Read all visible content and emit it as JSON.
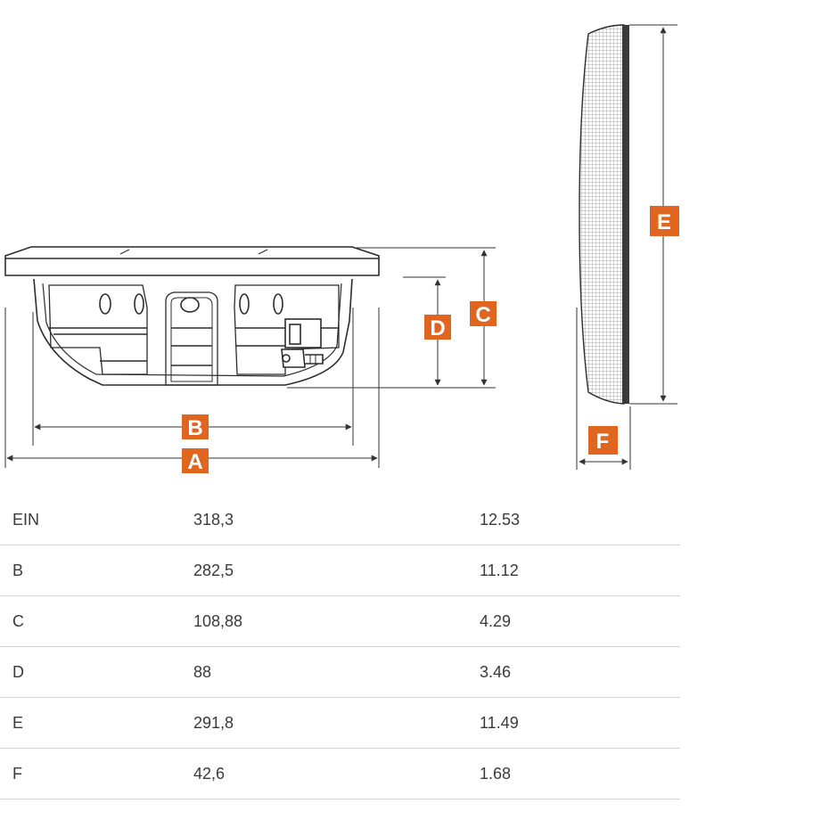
{
  "diagram": {
    "labels": {
      "A": "A",
      "B": "B",
      "C": "C",
      "D": "D",
      "E": "E",
      "F": "F"
    },
    "tag_color": "#E0661F",
    "line_color": "#333333"
  },
  "spec_table": {
    "rows": [
      {
        "label": "EIN",
        "mm": "318,3",
        "inches": "12.53"
      },
      {
        "label": "B",
        "mm": "282,5",
        "inches": "11.12"
      },
      {
        "label": "C",
        "mm": "108,88",
        "inches": "4.29"
      },
      {
        "label": "D",
        "mm": "88",
        "inches": "3.46"
      },
      {
        "label": "E",
        "mm": "291,8",
        "inches": "11.49"
      },
      {
        "label": "F",
        "mm": "42,6",
        "inches": "1.68"
      }
    ]
  }
}
